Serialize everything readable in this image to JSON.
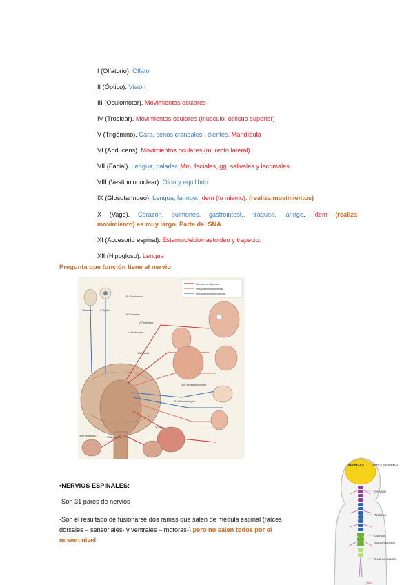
{
  "cranial_nerves": [
    {
      "name": "I (Olfatorio). ",
      "sensory": "Olfato"
    },
    {
      "name": "II (Óptico). ",
      "sensory": "Visión"
    },
    {
      "name": "III (Oculomotor). ",
      "motor": "Movimientos oculares"
    },
    {
      "name": "IV (Troclear). ",
      "motor": "Movimientos oculares (musculo. oblicuo superior)"
    },
    {
      "name": "V (Trigémino). ",
      "sensory": "Cara, senos craneales , dientes. ",
      "motor": "Mandíbula"
    },
    {
      "name": "VI (Abducens). ",
      "motor": "Movimientos oculares (m. recto lateral)"
    },
    {
      "name": "VII (Facial). ",
      "sensory": "Lengua, paladar. ",
      "motor": "Mm. faciales, gg. salivales y lacrimales"
    },
    {
      "name": "VIII (Vestibulococlear). ",
      "sensory": "Oído y equilibrio"
    },
    {
      "name": "IX (Glosofaríngeo). ",
      "sensory": "Lengua, faringe. ",
      "motor": "Ídem (lo mismo). ",
      "note": "(realiza movimientos)"
    },
    {
      "name": "X (Vago). ",
      "sensory": "Corazón, pulmones, gastrointest., tráquea, laringe",
      "name2": ". ",
      "motor": "Ídem ",
      "note": "(realiza",
      "note2": "movimiento) es muy largo. Parte del SNA"
    },
    {
      "name": "XI (Accesorio espinal). ",
      "motor": "Esternocleidomastoideo y trapecio."
    },
    {
      "name": "XII (Hipogloso). ",
      "motor": "Lengua"
    }
  ],
  "question": "Pregunta que función tiene el nervio",
  "spinal": {
    "heading": "•NERVIOS ESPINALES:",
    "point1": "-Son 31 pares de nervios",
    "point2": "-Son el resultado de fusionarse dos ramas que salen de médula espinal (raíces dorsales – sensoriales- y ventrales – motoras-) ",
    "point2_highlight": "pero no salen todos por el mismo nivel"
  },
  "cranial_figure": {
    "legend": [
      "Fibras sen. eferentes",
      "Fibras aferentes motoras",
      "Fibras aferentes sensitivas"
    ],
    "labels": [
      "I Olfatorio",
      "II Óptico",
      "III Oculomotor",
      "IV Troclear",
      "V Trigémino",
      "VI Abducens",
      "VII Facial",
      "VIII Vestibulococlear",
      "IX Glosofaríngeo",
      "X Vago",
      "XI Accesorio",
      "XII Hipogloso"
    ]
  },
  "spine_figure": {
    "labels": [
      "ENCÉFALO",
      "MÉDULA ESPINAL",
      "Cervical",
      "Torácica",
      "Lumbar",
      "Sacro-coxígea",
      "Cola de caballo",
      "Filum"
    ]
  },
  "colors": {
    "sensory": "#3d7fc4",
    "motor": "#e3252b",
    "note": "#d26b22"
  }
}
